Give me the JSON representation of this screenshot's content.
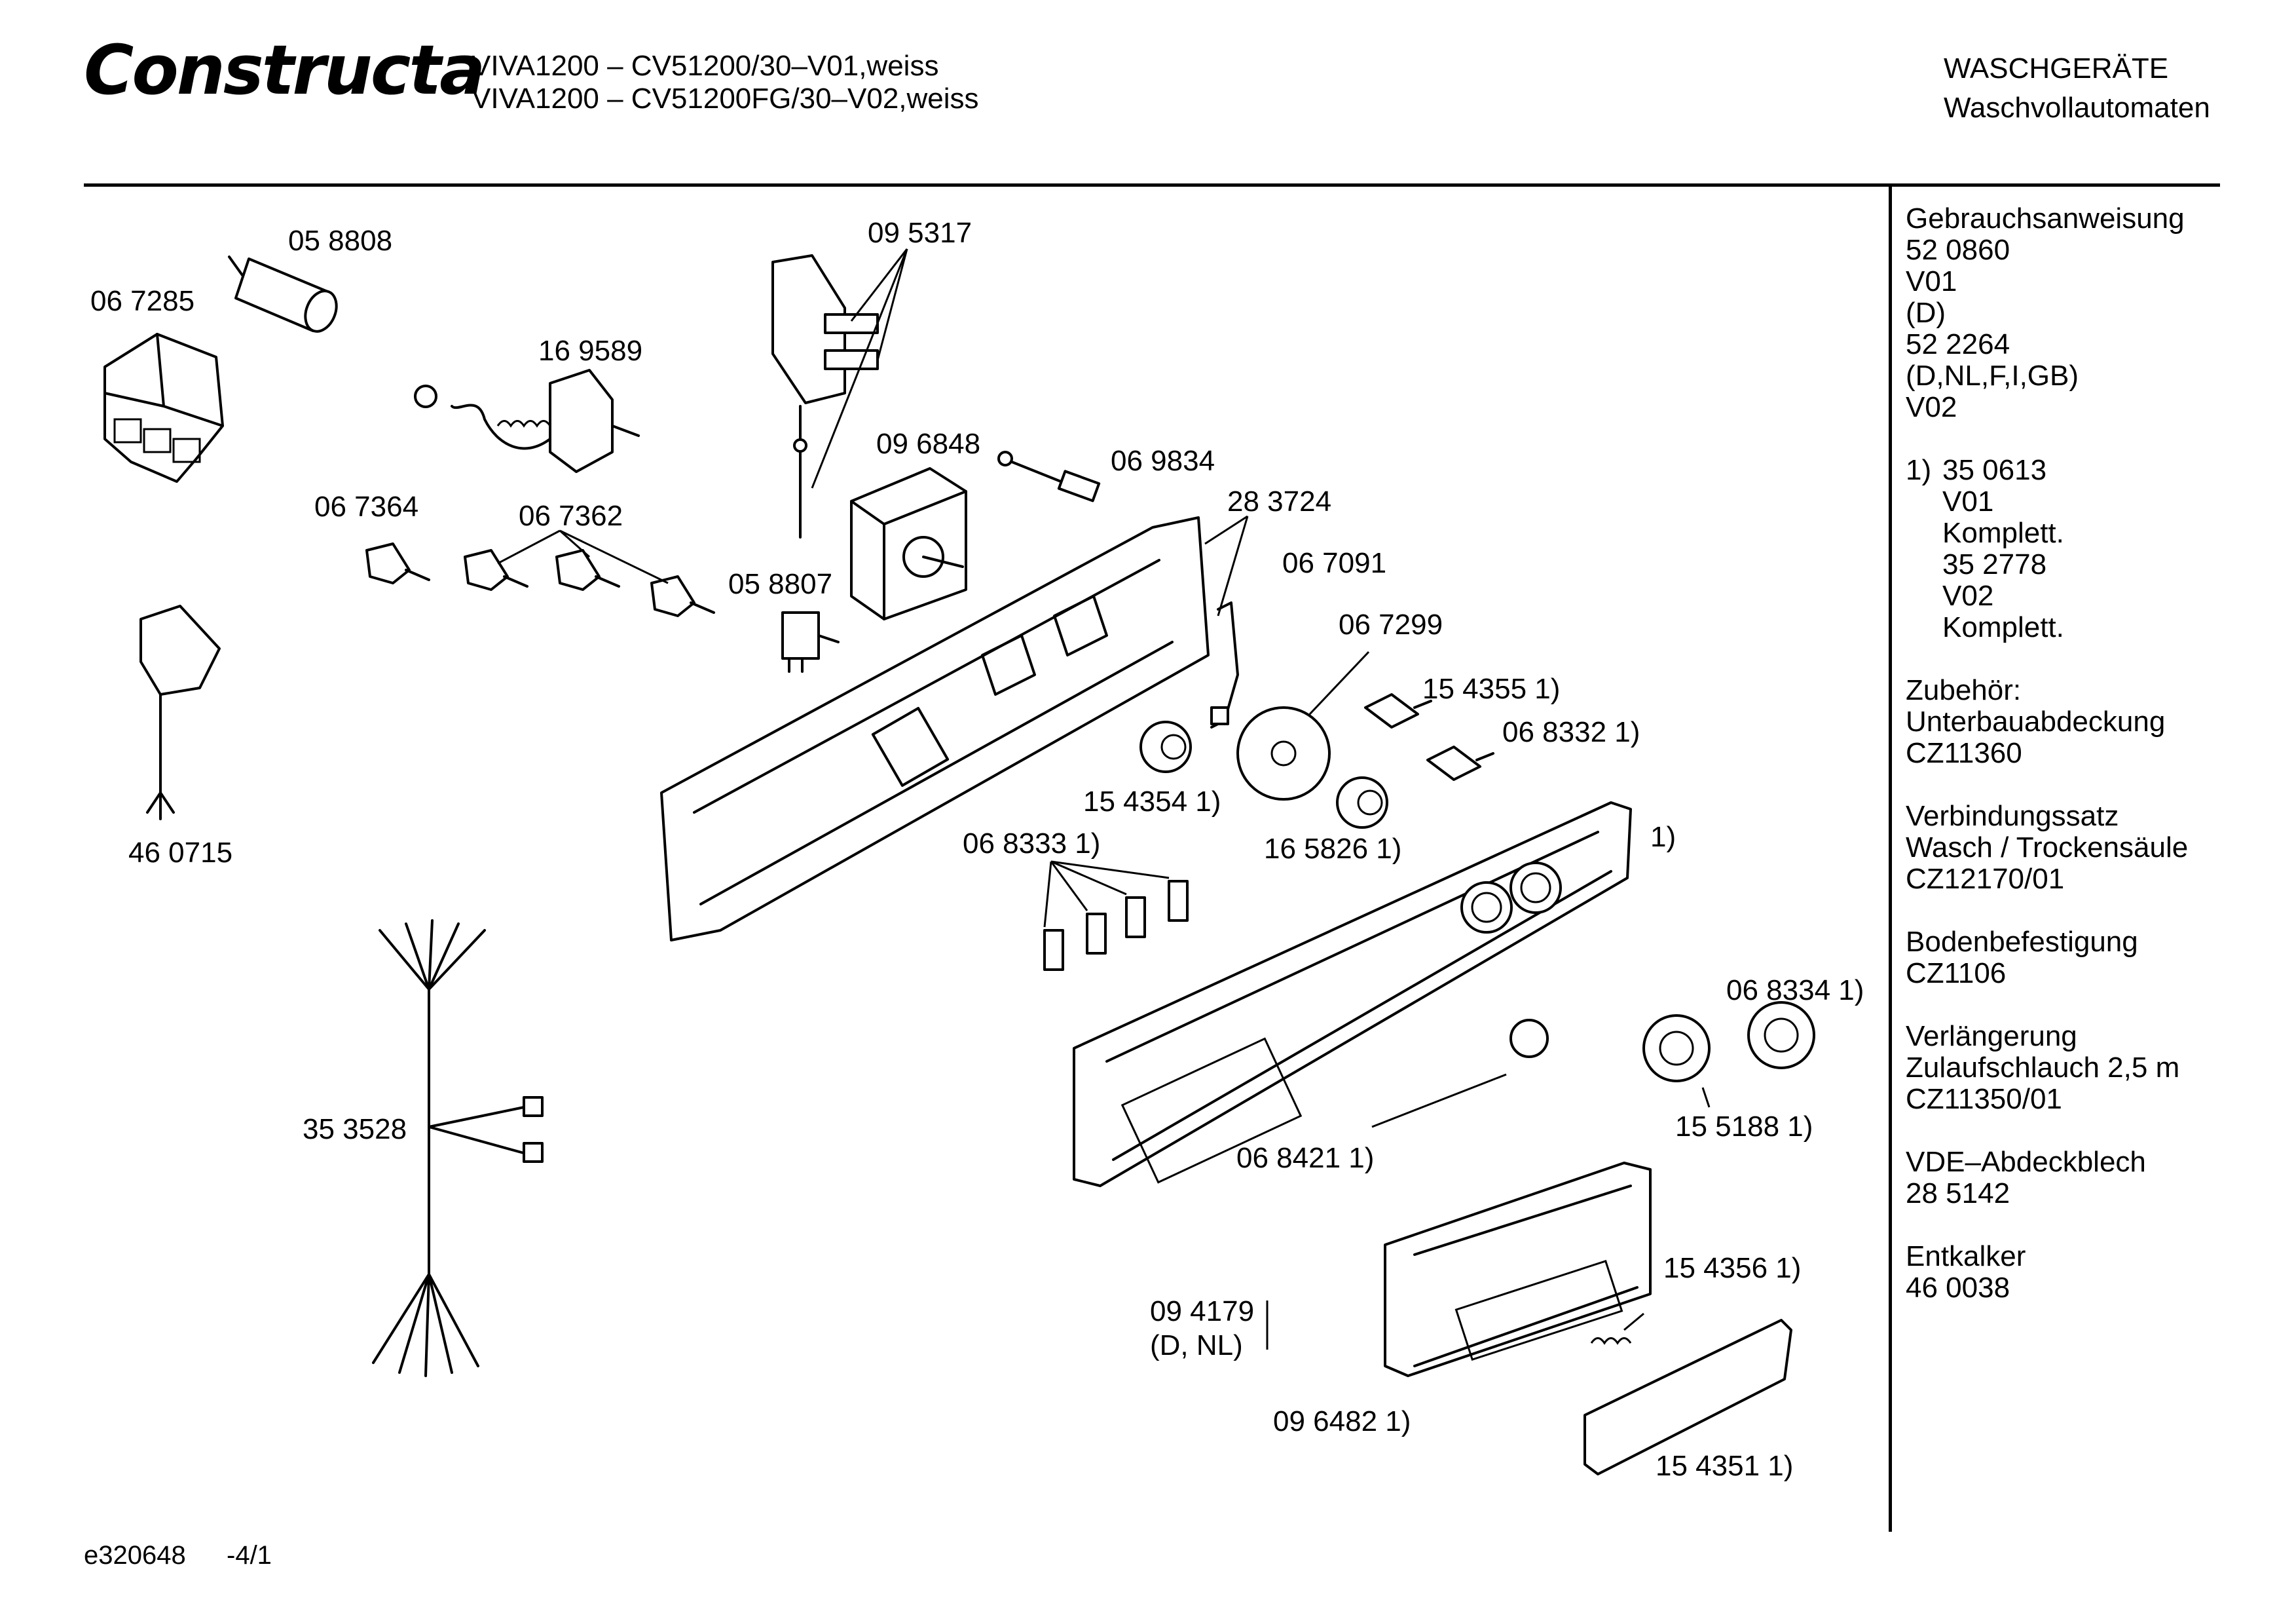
{
  "header": {
    "brand": "Constructa",
    "model_line_1": "VIVA1200 – CV51200/30–V01,weiss",
    "model_line_2": "VIVA1200 – CV51200FG/30–V02,weiss",
    "category_1": "WASCHGERÄTE",
    "category_2": "Waschvollautomaten"
  },
  "sidebar": {
    "manual_title": "Gebrauchsanweisung",
    "manual_lines": [
      "52 0860",
      "V01",
      "(D)",
      "52 2264",
      "(D,NL,F,I,GB)",
      "V02"
    ],
    "note_marker": "1)",
    "note_lines": [
      "35 0613",
      "V01",
      "Komplett.",
      "35 2778",
      "V02",
      "Komplett."
    ],
    "accessories": [
      {
        "lines": [
          "Zubehör:",
          "Unterbauabdeckung",
          "CZ11360"
        ]
      },
      {
        "lines": [
          "Verbindungssatz",
          "Wasch / Trockensäule",
          "CZ12170/01"
        ]
      },
      {
        "lines": [
          "Bodenbefestigung",
          "CZ1106"
        ]
      },
      {
        "lines": [
          "Verlängerung",
          "Zulaufschlauch 2,5 m",
          "CZ11350/01"
        ]
      },
      {
        "lines": [
          "VDE–Abdeckblech",
          "28 5142"
        ]
      },
      {
        "lines": [
          "Entkalker",
          "46 0038"
        ]
      }
    ]
  },
  "parts": [
    {
      "id": "p058808",
      "label": "05 8808"
    },
    {
      "id": "p067285",
      "label": "06 7285"
    },
    {
      "id": "p169589",
      "label": "16 9589"
    },
    {
      "id": "p095317",
      "label": "09 5317"
    },
    {
      "id": "p096848",
      "label": "09 6848"
    },
    {
      "id": "p069834",
      "label": "06 9834"
    },
    {
      "id": "p067364",
      "label": "06 7364"
    },
    {
      "id": "p067362",
      "label": "06 7362"
    },
    {
      "id": "p283724",
      "label": "28 3724"
    },
    {
      "id": "p058807",
      "label": "05 8807"
    },
    {
      "id": "p067091",
      "label": "06 7091"
    },
    {
      "id": "p067299",
      "label": "06 7299"
    },
    {
      "id": "p154355",
      "label": "15 4355  1)"
    },
    {
      "id": "p068332",
      "label": "06 8332  1)"
    },
    {
      "id": "p460715",
      "label": "46 0715"
    },
    {
      "id": "p154354",
      "label": "15 4354 1)"
    },
    {
      "id": "p165826",
      "label": "16 5826 1)"
    },
    {
      "id": "p068333",
      "label": "06 8333 1)"
    },
    {
      "id": "pfascia",
      "label": "1)"
    },
    {
      "id": "p068334",
      "label": "06 8334 1)"
    },
    {
      "id": "p353528",
      "label": "35 3528"
    },
    {
      "id": "p155188",
      "label": "15 5188 1)"
    },
    {
      "id": "p068421",
      "label": "06 8421 1)"
    },
    {
      "id": "p154356",
      "label": "15 4356 1)"
    },
    {
      "id": "p094179",
      "label": "09 4179"
    },
    {
      "id": "p094179n",
      "label": "(D, NL)"
    },
    {
      "id": "p096482",
      "label": "09 6482 1)"
    },
    {
      "id": "p154351",
      "label": "15 4351 1)"
    }
  ],
  "footer": {
    "doc_id": "e320648",
    "page": "-4/1"
  }
}
